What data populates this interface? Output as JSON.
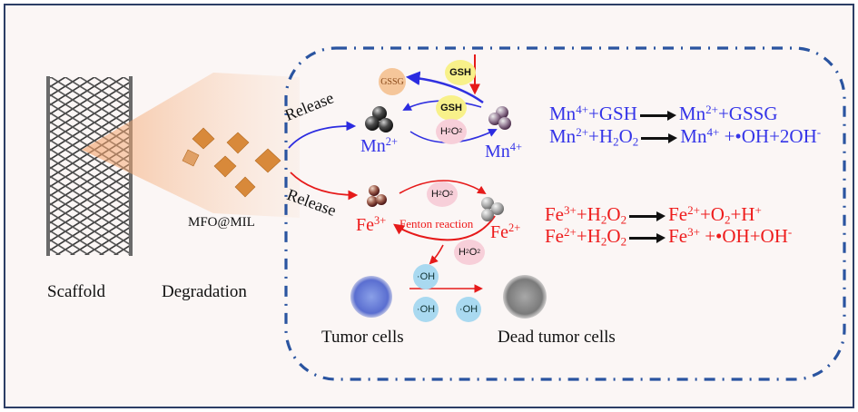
{
  "labels": {
    "scaffold": "Scaffold",
    "degradation": "Degradation",
    "mfo_mil": "MFO@MIL",
    "release_mn": "Release",
    "release_fe": "Release",
    "fenton": "Fenton reaction",
    "tumor_cells": "Tumor cells",
    "dead_tumor_cells": "Dead tumor cells"
  },
  "ions": {
    "mn2": {
      "base": "Mn",
      "charge": "2+"
    },
    "mn4": {
      "base": "Mn",
      "charge": "4+"
    },
    "fe3": {
      "base": "Fe",
      "charge": "3+"
    },
    "fe2": {
      "base": "Fe",
      "charge": "2+"
    }
  },
  "bubbles": {
    "gssg": "GSSG",
    "gsh_top": "GSH",
    "gsh_mid": "GSH",
    "h2o2": "H",
    "oh": "·OH"
  },
  "equations": {
    "mn": [
      {
        "lhs": [
          "Mn",
          "4+",
          "+GSH"
        ],
        "rhs": [
          "Mn",
          "2+",
          "+GSSG"
        ]
      },
      {
        "lhs": [
          "Mn",
          "2+",
          "+H",
          "2",
          "O",
          "2"
        ],
        "rhs": [
          "Mn",
          "4+",
          " +•OH+2OH",
          "-"
        ]
      }
    ],
    "fe": [
      {
        "lhs": [
          "Fe",
          "3+",
          "+H",
          "2",
          "O",
          "2"
        ],
        "rhs": [
          "Fe",
          "2+",
          "+O",
          "2",
          "+H",
          "+"
        ]
      },
      {
        "lhs": [
          "Fe",
          "2+",
          "+H",
          "2",
          "O",
          "2"
        ],
        "rhs": [
          "Fe",
          "3+",
          " +•OH+OH",
          "-"
        ]
      }
    ]
  },
  "colors": {
    "mn_blue": "#3434e8",
    "fe_red": "#ee1b1b",
    "dash_box": "#2a54a0",
    "frame": "#2c3e66"
  }
}
